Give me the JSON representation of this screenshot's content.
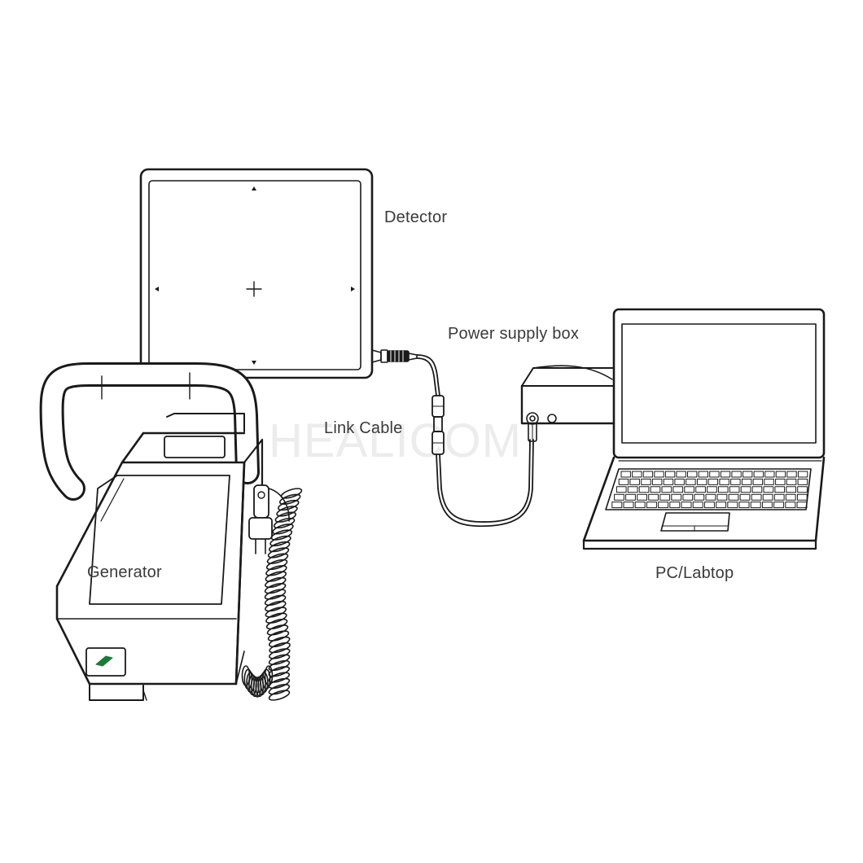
{
  "labels": {
    "detector": "Detector",
    "power_supply_box": "Power supply box",
    "link_cable": "Link Cable",
    "generator": "Generator",
    "pc_laptop": "PC/Labtop"
  },
  "watermark": "HEALICOM",
  "colors": {
    "line": "#1a1a1a",
    "label": "#3a3a3a",
    "watermark": "#ececec",
    "indicator": "#1a7a3a",
    "background": "#ffffff"
  }
}
